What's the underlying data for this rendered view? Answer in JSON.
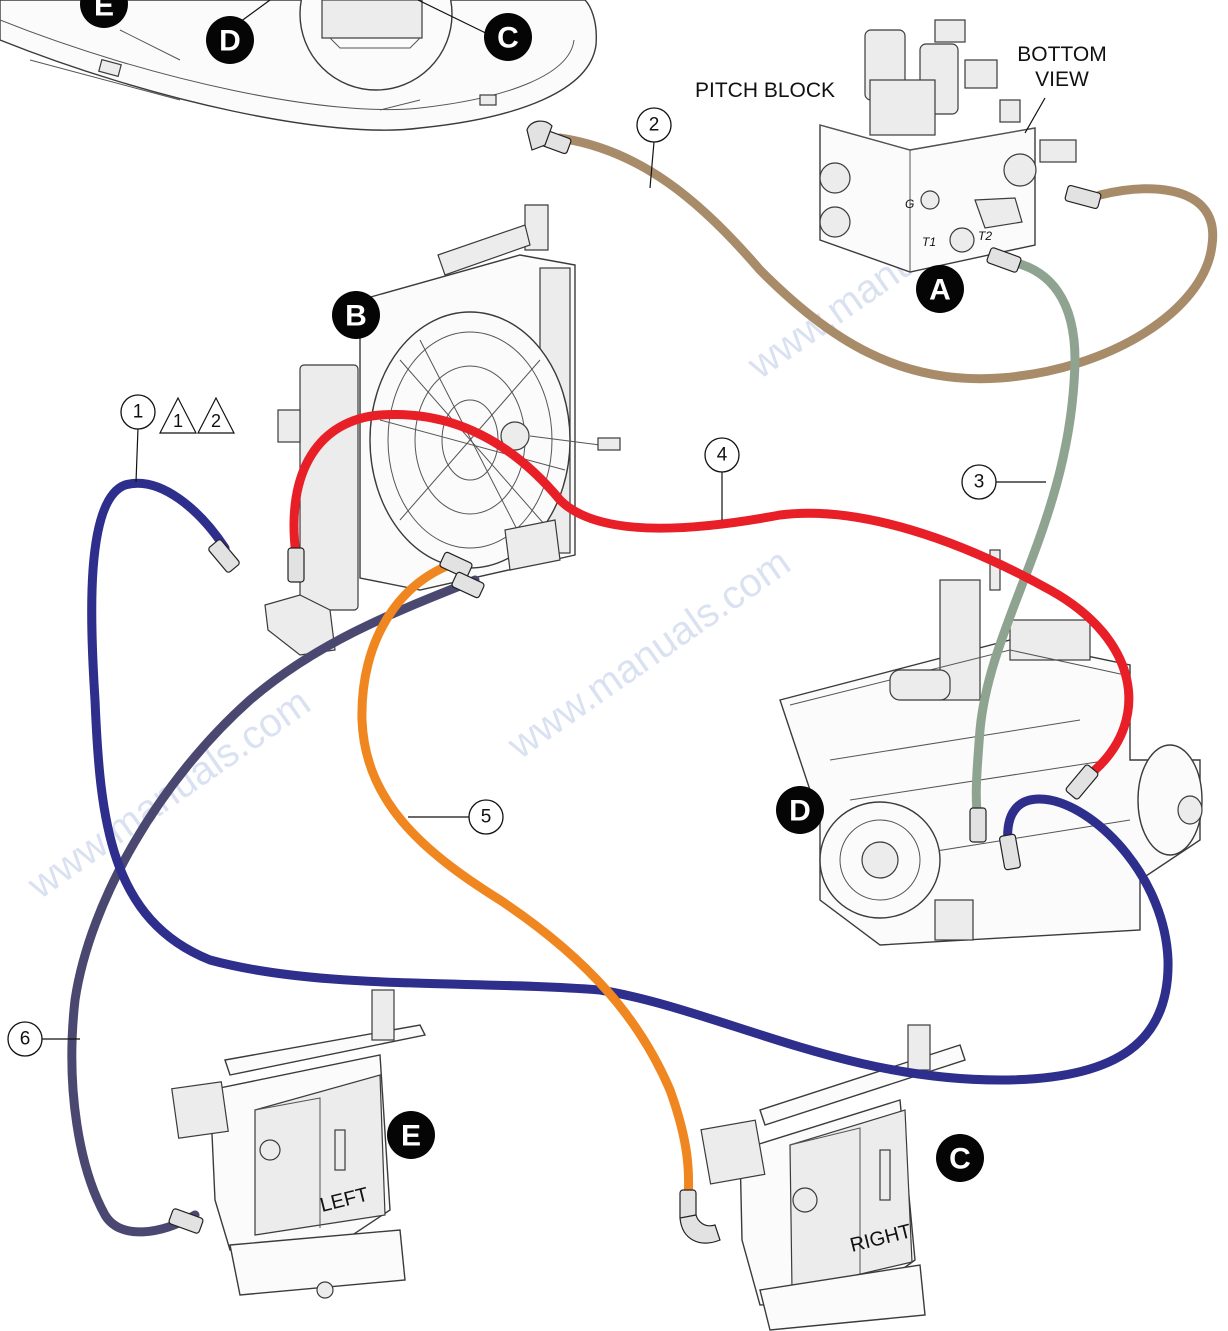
{
  "components": {
    "A": {
      "letter": "A",
      "name": "PITCH BLOCK",
      "view_note": "BOTTOM VIEW",
      "port_g": "G",
      "port_t1": "T1",
      "port_t2": "T2"
    },
    "B": {
      "letter": "B"
    },
    "C": {
      "letter": "C",
      "side_label": "RIGHT"
    },
    "D": {
      "letter": "D"
    },
    "E": {
      "letter": "E",
      "side_label": "LEFT"
    }
  },
  "overview_labels": {
    "e": "E",
    "d": "D",
    "c": "C"
  },
  "hoses": [
    {
      "number": "1",
      "color": "#2e2e8c",
      "notes": [
        "1",
        "2"
      ]
    },
    {
      "number": "2",
      "color": "#a88c6a"
    },
    {
      "number": "3",
      "color": "#8fa391"
    },
    {
      "number": "4",
      "color": "#e81f27"
    },
    {
      "number": "5",
      "color": "#f0861f"
    },
    {
      "number": "6",
      "color": "#4a4870"
    }
  ]
}
